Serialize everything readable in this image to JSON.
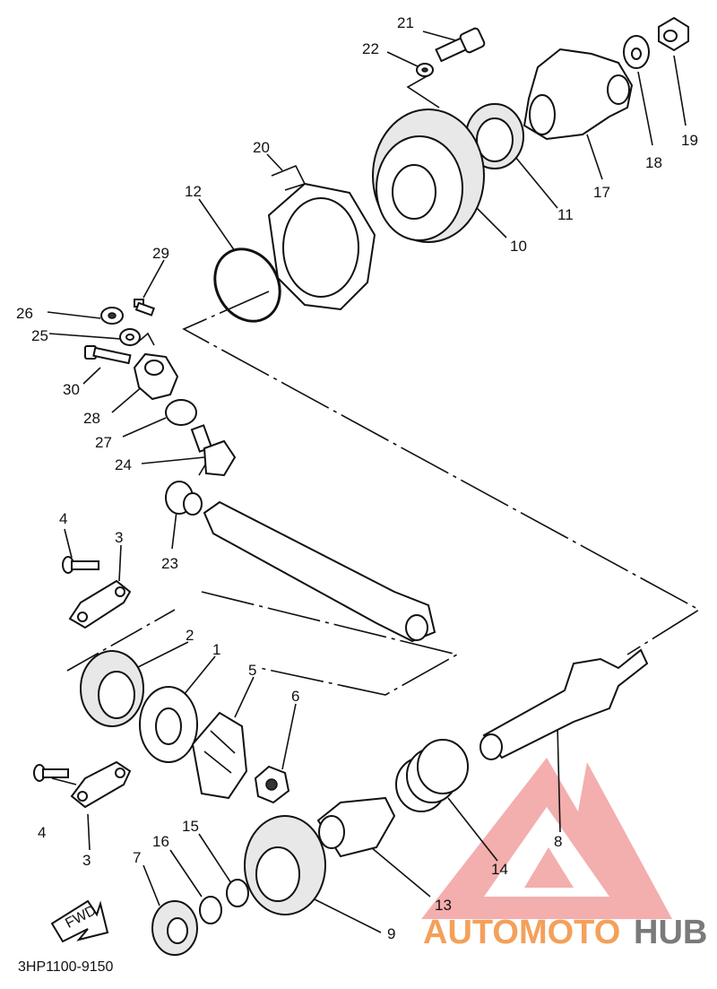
{
  "diagram": {
    "code": "3HP1100-9150",
    "fwd_label": "FWD",
    "parts": [
      {
        "id": "p21",
        "label": "21"
      },
      {
        "id": "p22",
        "label": "22"
      },
      {
        "id": "p19",
        "label": "19"
      },
      {
        "id": "p18",
        "label": "18"
      },
      {
        "id": "p17",
        "label": "17"
      },
      {
        "id": "p11",
        "label": "11"
      },
      {
        "id": "p10",
        "label": "10"
      },
      {
        "id": "p20",
        "label": "20"
      },
      {
        "id": "p12",
        "label": "12"
      },
      {
        "id": "p29",
        "label": "29"
      },
      {
        "id": "p26",
        "label": "26"
      },
      {
        "id": "p25",
        "label": "25"
      },
      {
        "id": "p30",
        "label": "30"
      },
      {
        "id": "p28",
        "label": "28"
      },
      {
        "id": "p27",
        "label": "27"
      },
      {
        "id": "p24",
        "label": "24"
      },
      {
        "id": "p23",
        "label": "23"
      },
      {
        "id": "p4a",
        "label": "4"
      },
      {
        "id": "p3a",
        "label": "3"
      },
      {
        "id": "p2",
        "label": "2"
      },
      {
        "id": "p1",
        "label": "1"
      },
      {
        "id": "p5",
        "label": "5"
      },
      {
        "id": "p6",
        "label": "6"
      },
      {
        "id": "p8",
        "label": "8"
      },
      {
        "id": "p4b",
        "label": "4"
      },
      {
        "id": "p3b",
        "label": "3"
      },
      {
        "id": "p14",
        "label": "14"
      },
      {
        "id": "p13",
        "label": "13"
      },
      {
        "id": "p16",
        "label": "16"
      },
      {
        "id": "p15",
        "label": "15"
      },
      {
        "id": "p7",
        "label": "7"
      },
      {
        "id": "p9",
        "label": "9"
      }
    ]
  },
  "watermark": {
    "text_orange": "AUTOMOTO",
    "text_gray": "HUB",
    "color_orange": "#f4a05a",
    "color_gray": "#7a7a7a",
    "color_triangle": "#f2a0a0"
  }
}
